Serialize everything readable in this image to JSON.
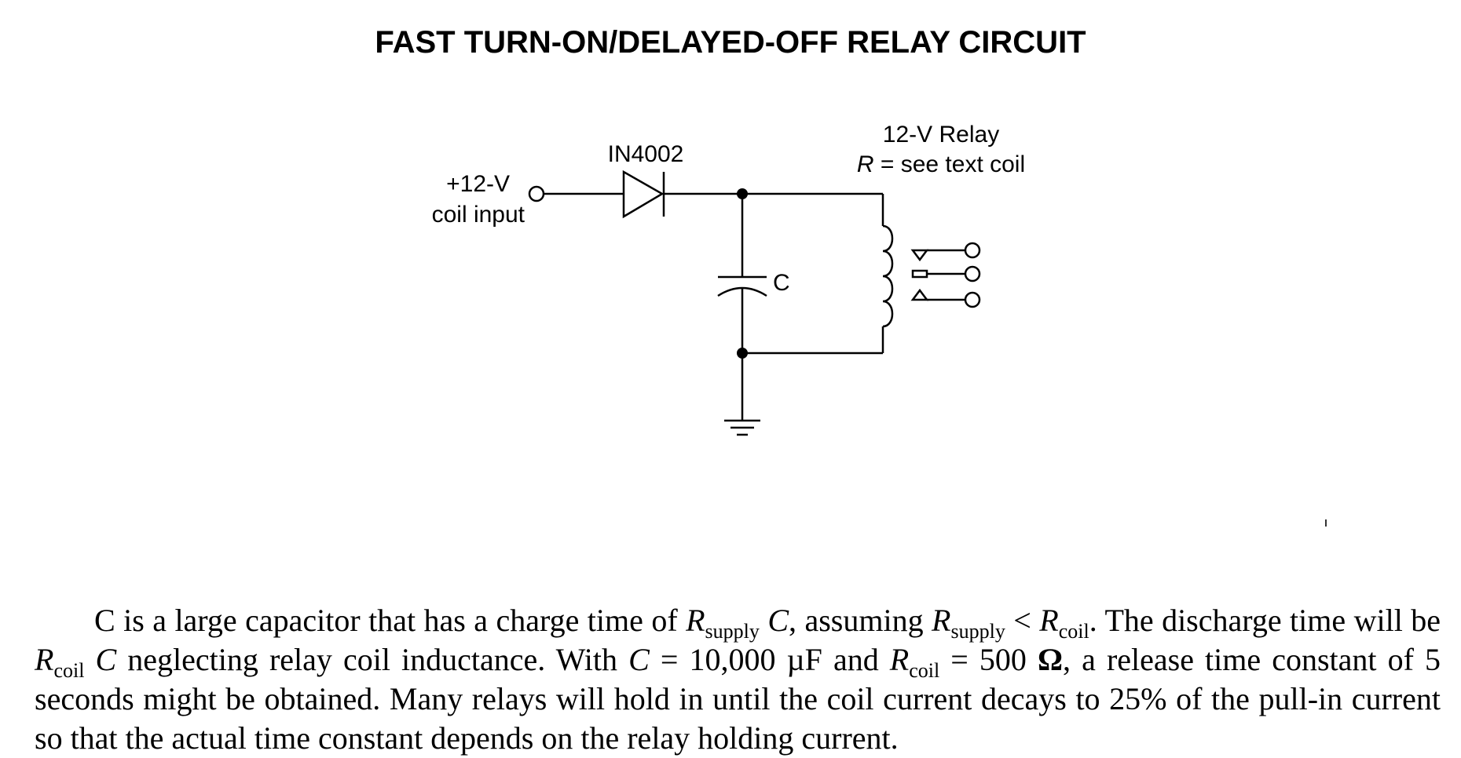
{
  "title": "FAST TURN-ON/DELAYED-OFF RELAY CIRCUIT",
  "labels": {
    "input_line1": "+12-V",
    "input_line2": "coil input",
    "diode": "IN4002",
    "capacitor": "C",
    "relay_line1": "12-V Relay",
    "relay_line2_var": "R",
    "relay_line2_rest": " = see text coil"
  },
  "caption": {
    "s1": "C is a large capacitor that has a charge time of ",
    "R": "R",
    "supply": "supply",
    "C": "C",
    "s2": ", assuming ",
    "s3": " < ",
    "coil": "coil",
    "s4": ". The discharge time will be ",
    "s5": " neglecting relay coil inductance. With ",
    "s6": " = 10,000 µF and ",
    "s7": " = 500 ",
    "ohm": "Ω",
    "s8": ", a release time constant of 5 seconds might be obtained. Many relays will hold in until the coil current decays to 25% of the pull-in current so that the actual time constant depends on the relay holding current."
  }
}
